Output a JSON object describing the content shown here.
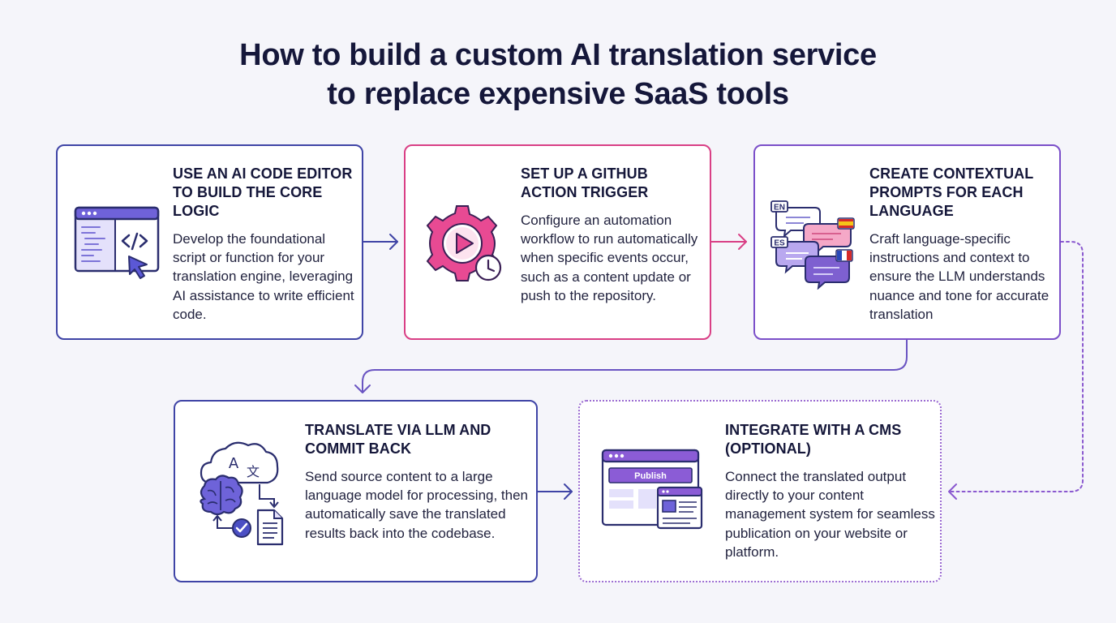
{
  "title": {
    "line1": "How to build a custom AI translation service",
    "line2": "to replace expensive SaaS tools"
  },
  "steps": [
    {
      "heading": "USE AN AI CODE EDITOR TO BUILD THE CORE LOGIC",
      "description": "Develop the foundational script or function for your translation engine, leveraging AI assistance to write efficient code.",
      "icon": "code-editor-icon"
    },
    {
      "heading": "SET UP A GITHUB ACTION TRIGGER",
      "description": "Configure an automation workflow to run automatically when specific events occur, such as a content update or push to the repository.",
      "icon": "gear-play-clock-icon"
    },
    {
      "heading": "CREATE CONTEXTUAL PROMPTS FOR EACH LANGUAGE",
      "description": "Craft language-specific instructions and context to ensure the LLM understands nuance and tone for accurate translation",
      "icon": "language-chat-bubbles-icon",
      "bubble_labels": [
        "EN",
        "ES"
      ]
    },
    {
      "heading": "TRANSLATE VIA LLM AND COMMIT BACK",
      "description": "Send source content to a large language model for processing, then automatically save the translated results back into the codebase.",
      "icon": "brain-translate-icon",
      "glyphs": [
        "A",
        "文"
      ]
    },
    {
      "heading": "INTEGRATE WITH A CMS (OPTIONAL)",
      "description": "Connect the translated output directly to your content management system for seamless publication on your website or platform.",
      "icon": "cms-publish-icon",
      "button_label": "Publish"
    }
  ],
  "colors": {
    "indigo": "#3f44a6",
    "pink": "#d93f85",
    "purple": "#7b4fc9",
    "light_purple": "#9a6ad1",
    "background": "#f5f5fa"
  }
}
